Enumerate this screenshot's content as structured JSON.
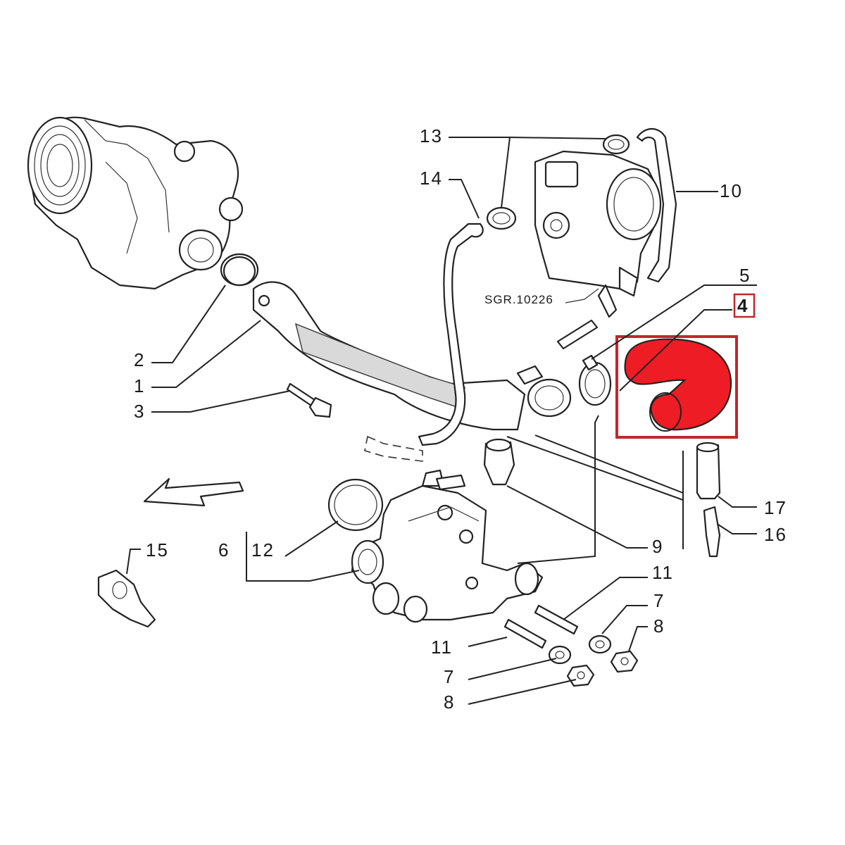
{
  "diagram": {
    "reference_code": "SGR.10226",
    "highlight_color": "#ee1c24",
    "highlight_box_color": "#c0272d",
    "highlighted_part": "4",
    "callouts": [
      {
        "id": "c1",
        "label": "1"
      },
      {
        "id": "c2",
        "label": "2"
      },
      {
        "id": "c3",
        "label": "3"
      },
      {
        "id": "c4",
        "label": "4"
      },
      {
        "id": "c5",
        "label": "5"
      },
      {
        "id": "c6",
        "label": "6"
      },
      {
        "id": "c7a",
        "label": "7"
      },
      {
        "id": "c7b",
        "label": "7"
      },
      {
        "id": "c8a",
        "label": "8"
      },
      {
        "id": "c8b",
        "label": "8"
      },
      {
        "id": "c9",
        "label": "9"
      },
      {
        "id": "c10",
        "label": "10"
      },
      {
        "id": "c11a",
        "label": "11"
      },
      {
        "id": "c11b",
        "label": "11"
      },
      {
        "id": "c12",
        "label": "12"
      },
      {
        "id": "c13",
        "label": "13"
      },
      {
        "id": "c14",
        "label": "14"
      },
      {
        "id": "c15",
        "label": "15"
      },
      {
        "id": "c16",
        "label": "16"
      },
      {
        "id": "c17",
        "label": "17"
      }
    ]
  }
}
